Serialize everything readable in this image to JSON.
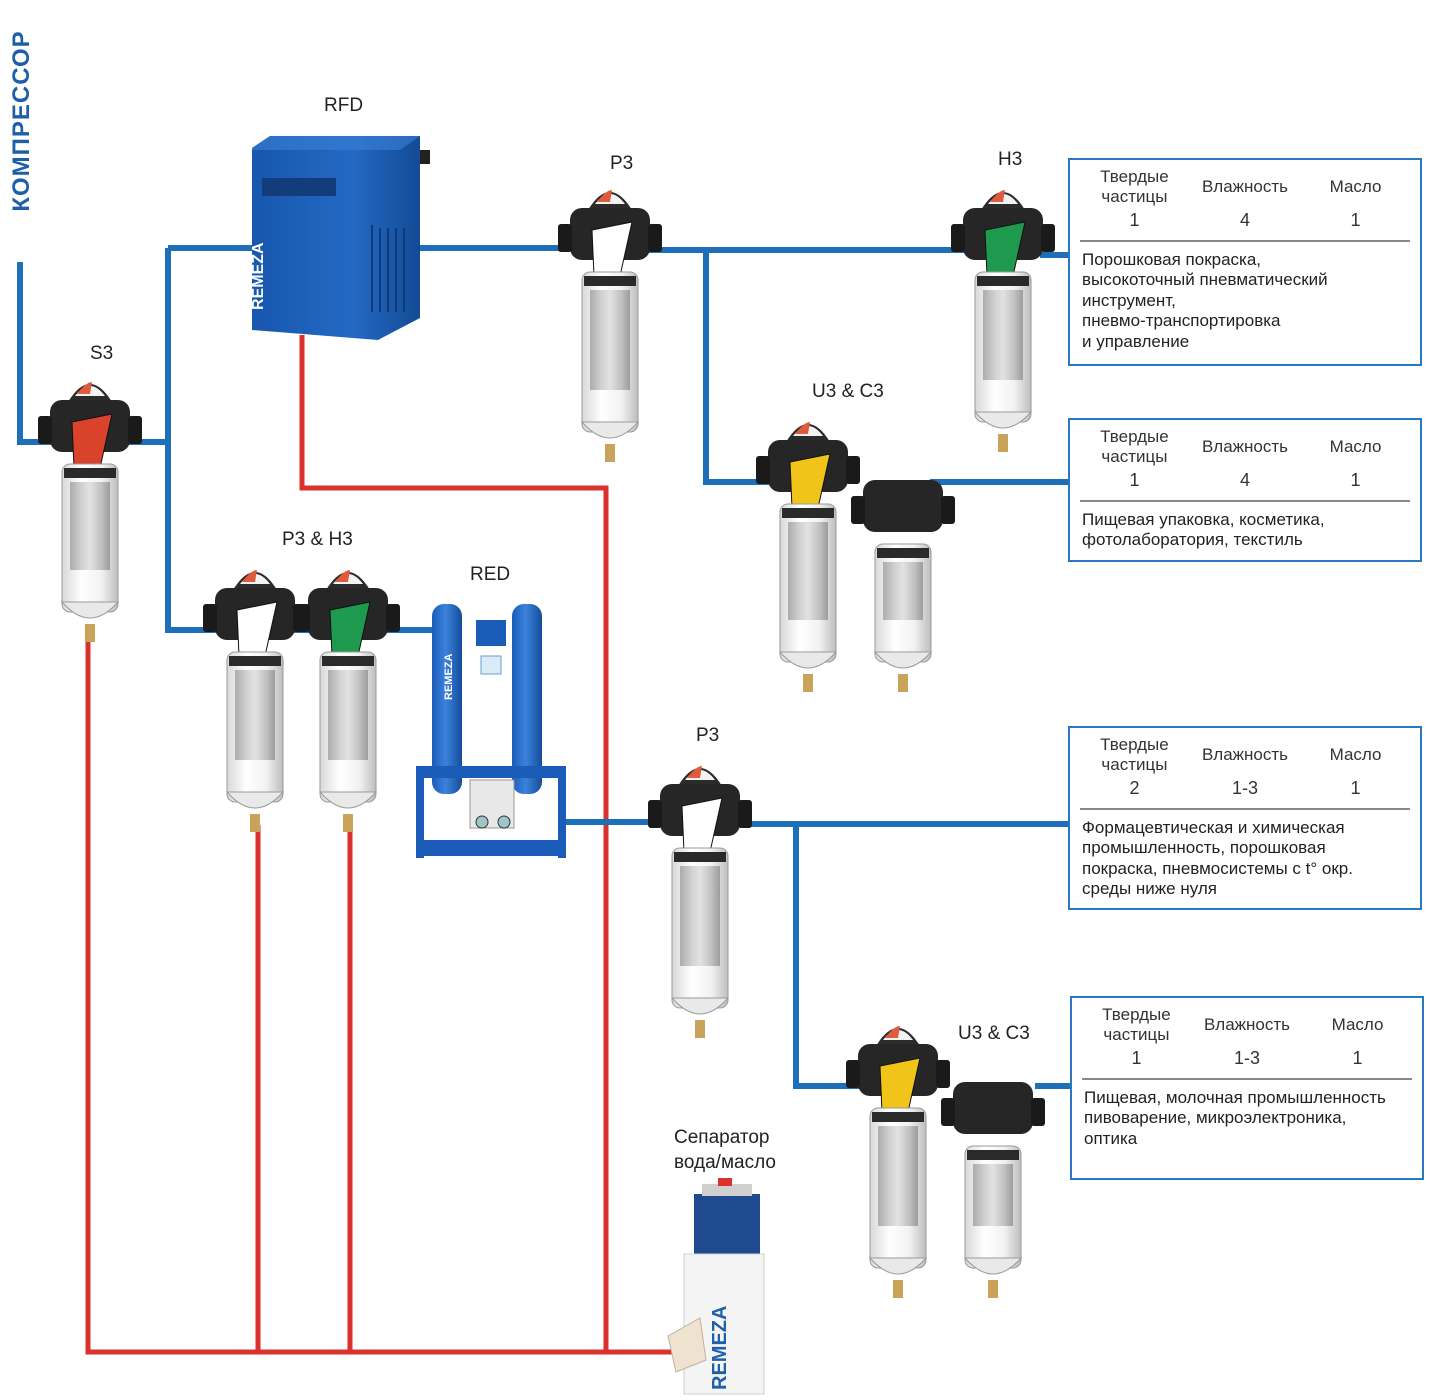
{
  "side_title": "КОМПРЕССОР",
  "colors": {
    "air_line": "#1f6fb8",
    "drain_line": "#d9312b",
    "box_border": "#2b78c2",
    "device_blue": "#1b5fb6"
  },
  "labels": {
    "rfd": "RFD",
    "s3": "S3",
    "p3_top": "P3",
    "h3": "H3",
    "u3c3_top": "U3 & C3",
    "p3h3": "P3 & H3",
    "red": "RED",
    "p3_mid": "P3",
    "u3c3_bottom": "U3 & C3",
    "separator_line1": "Сепаратор",
    "separator_line2": "вода/масло",
    "remeza": "REMEZA"
  },
  "spec_boxes": [
    {
      "h1": "Твердые частицы",
      "h2": "Влажность",
      "h3": "Масло",
      "v1": "1",
      "v2": "4",
      "v3": "1",
      "desc": [
        "Порошковая покраска,",
        "высокоточный пневматический",
        "инструмент,",
        "пневмо-транспортировка",
        "и управление"
      ]
    },
    {
      "h1": "Твердые частицы",
      "h2": "Влажность",
      "h3": "Масло",
      "v1": "1",
      "v2": "4",
      "v3": "1",
      "desc": [
        "Пищевая упаковка, косметика,",
        "фотолаборатория, текстиль"
      ]
    },
    {
      "h1": "Твердые частицы",
      "h2": "Влажность",
      "h3": "Масло",
      "v1": "2",
      "v2": "1-3",
      "v3": "1",
      "desc": [
        "Формацевтическая и химическая",
        "промышленность, порошковая",
        "покраска, пневмосистемы с t° окр.",
        "среды ниже нуля"
      ]
    },
    {
      "h1": "Твердые частицы",
      "h2": "Влажность",
      "h3": "Масло",
      "v1": "1",
      "v2": "1-3",
      "v3": "1",
      "desc": [
        "Пищевая, молочная промышленность",
        "пивоварение, микроэлектроника,",
        "оптика"
      ]
    }
  ]
}
